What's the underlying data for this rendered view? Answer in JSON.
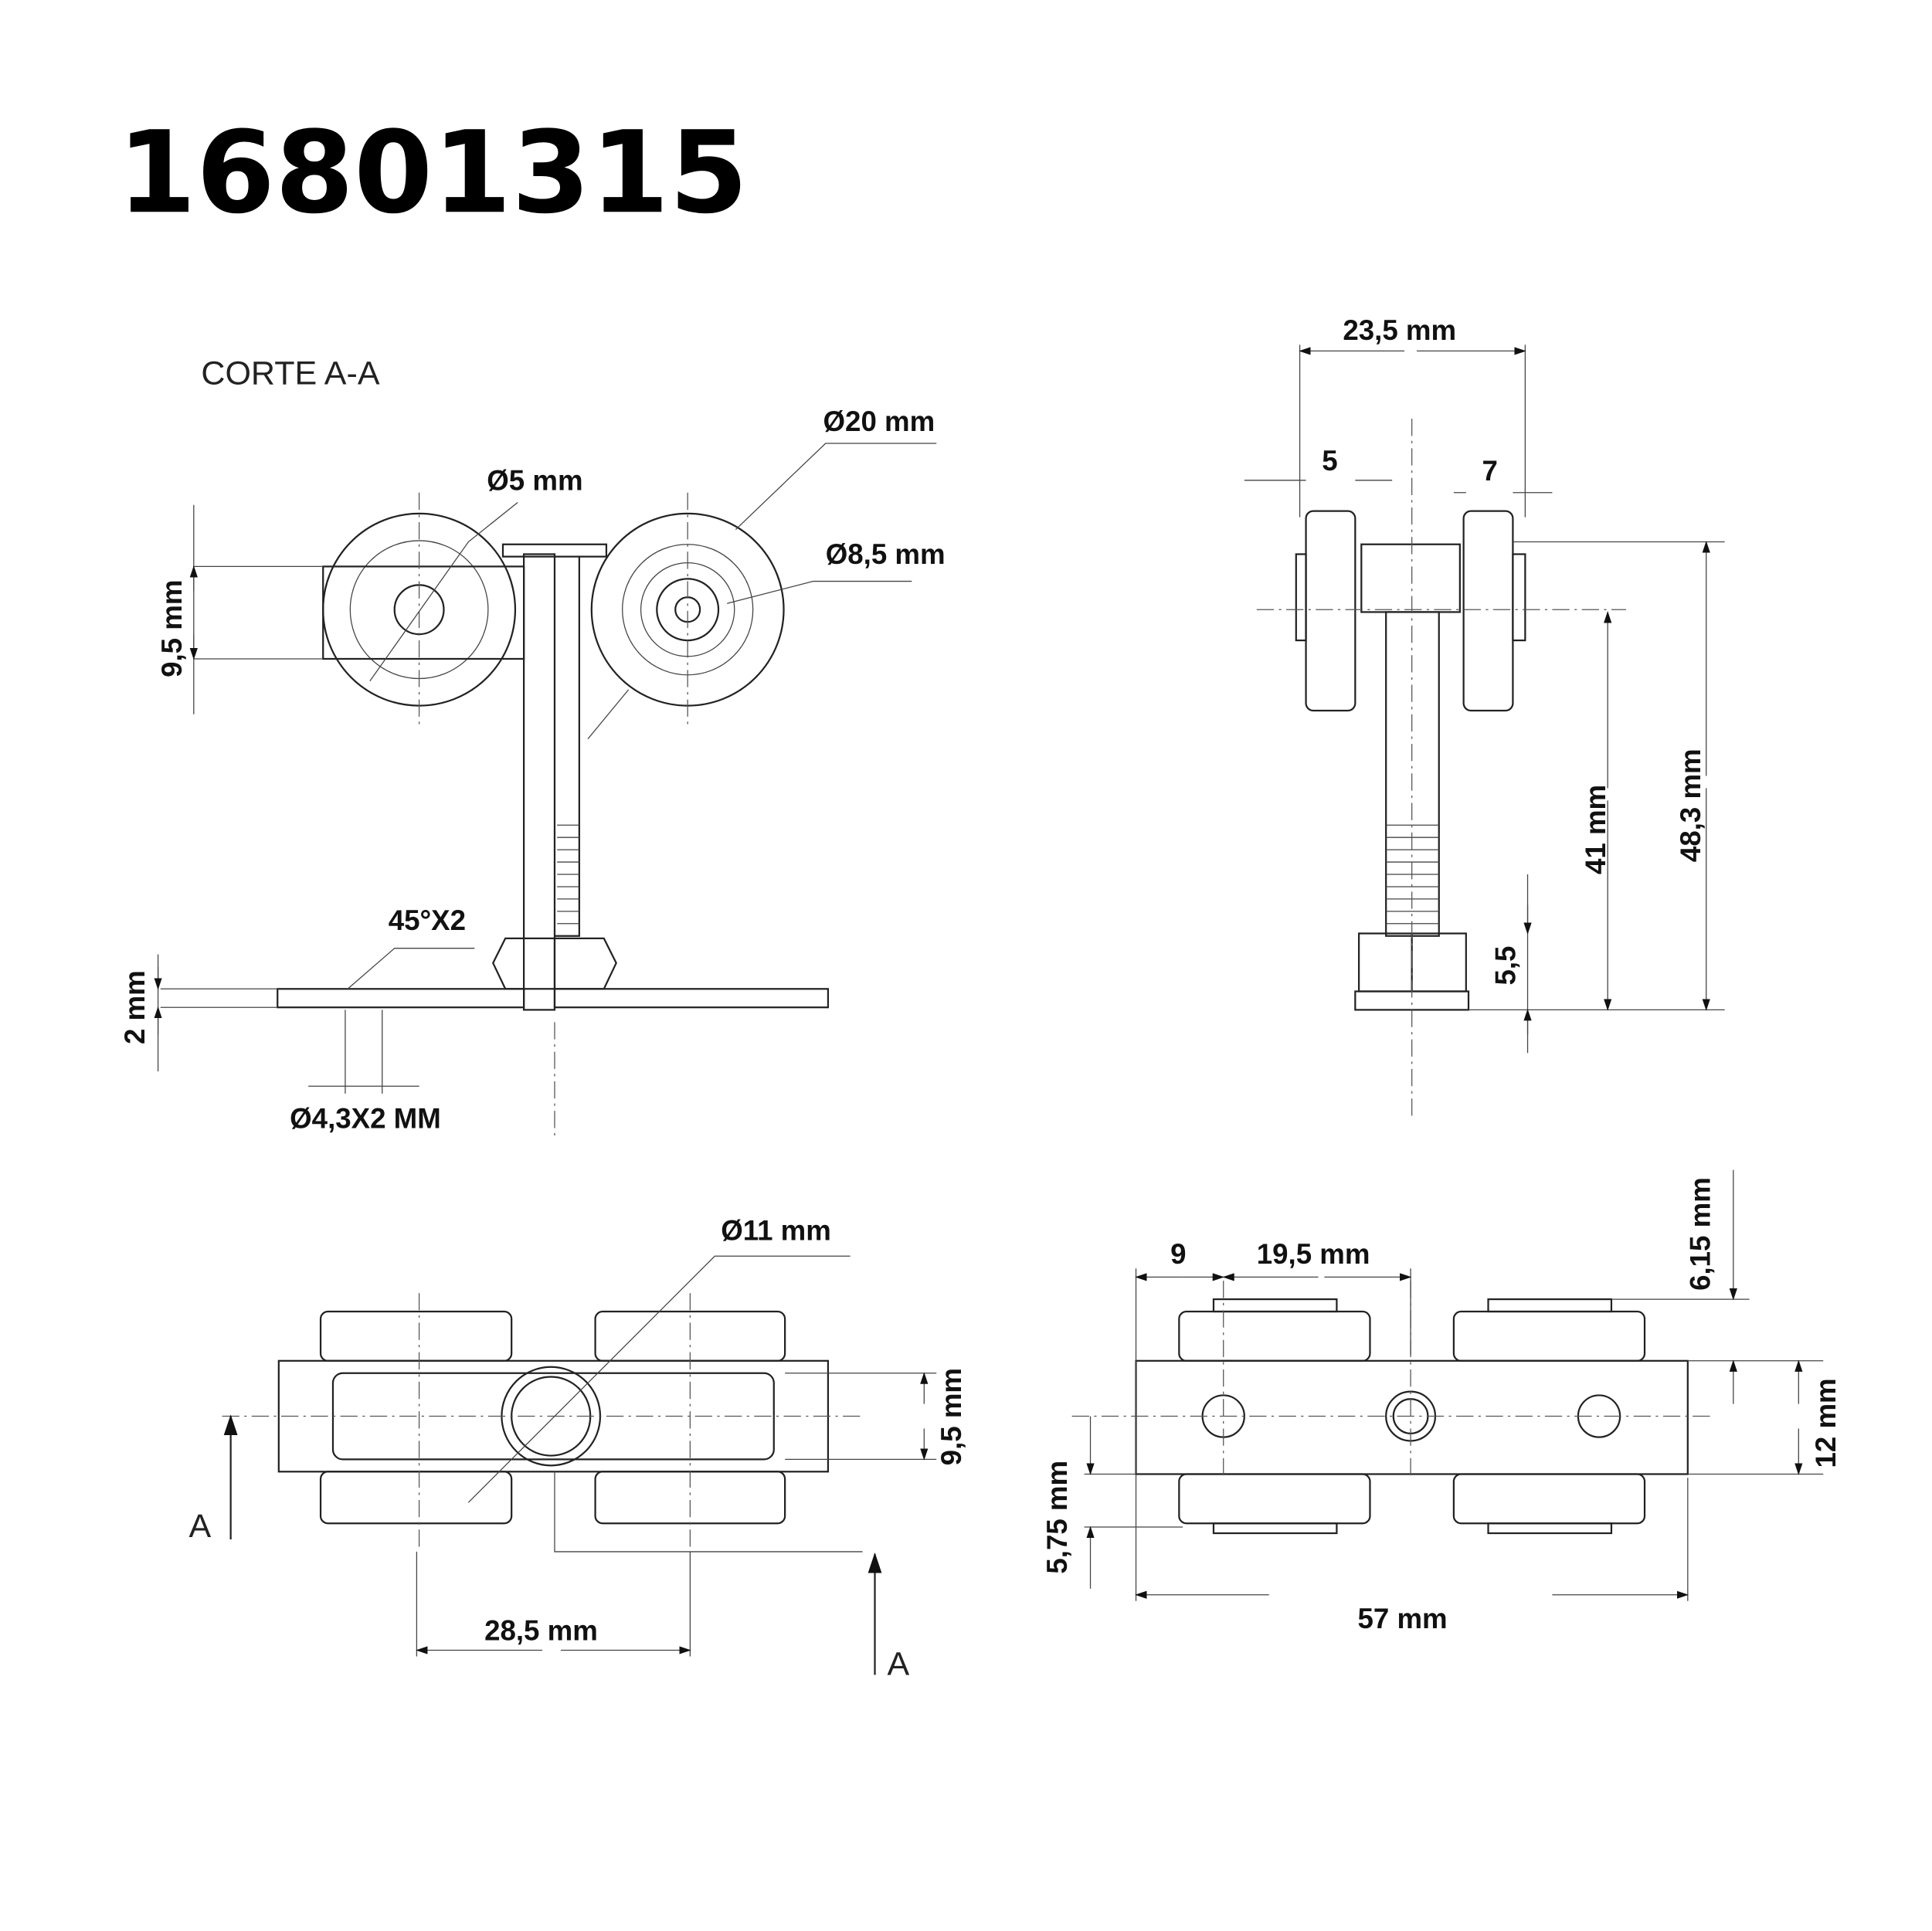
{
  "title": "16801315",
  "section_label": "CORTE A-A",
  "section_view": {
    "d_wheel": "Ø20 mm",
    "d_hole": "Ø5 mm",
    "d_hub": "Ø8,5 mm",
    "height": "9,5 mm",
    "chamfer": "45°X2",
    "plate": "2 mm",
    "bore": "Ø4,3X2 MM"
  },
  "side_view": {
    "width": "23,5 mm",
    "left": "5",
    "right": "7",
    "h41": "41 mm",
    "h48": "48,3 mm",
    "nut": "5,5"
  },
  "top_view": {
    "d_center": "Ø11 mm",
    "height": "9,5 mm",
    "section_a1": "A",
    "section_a2": "A",
    "spacing": "28,5 mm"
  },
  "front_view": {
    "offset": "9",
    "pitch": "19,5 mm",
    "top": "6,15 mm",
    "height": "12 mm",
    "low": "5,75 mm",
    "length": "57 mm"
  }
}
